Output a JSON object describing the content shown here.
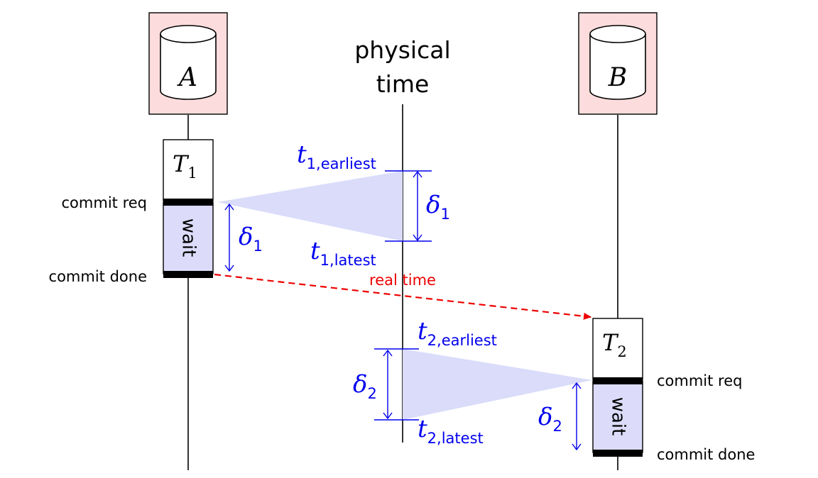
{
  "colors": {
    "line": "#000000",
    "node_fill": "#fcdcdc",
    "wedge": "#dadcfa",
    "wait_fill": "#dcdcfa",
    "uncertainty": "#0000ee",
    "realtime": "#ee0000"
  },
  "axis": {
    "title_line1": "physical",
    "title_line2": "time"
  },
  "nodes": {
    "a": {
      "label": "A"
    },
    "b": {
      "label": "B"
    }
  },
  "tx1": {
    "name": "T",
    "sub": "1",
    "wait_label": "wait",
    "commit_req": "commit req",
    "commit_done": "commit done"
  },
  "tx2": {
    "name": "T",
    "sub": "2",
    "wait_label": "wait",
    "commit_req": "commit req",
    "commit_done": "commit done"
  },
  "timestamps": {
    "t1_earliest": {
      "base": "t",
      "sub": "1,earliest"
    },
    "t1_latest": {
      "base": "t",
      "sub": "1,latest"
    },
    "t2_earliest": {
      "base": "t",
      "sub": "2,earliest"
    },
    "t2_latest": {
      "base": "t",
      "sub": "2,latest"
    }
  },
  "deltas": {
    "d1": {
      "base": "δ",
      "sub": "1"
    },
    "d2": {
      "base": "δ",
      "sub": "2"
    }
  },
  "realtime": {
    "label": "real time"
  }
}
